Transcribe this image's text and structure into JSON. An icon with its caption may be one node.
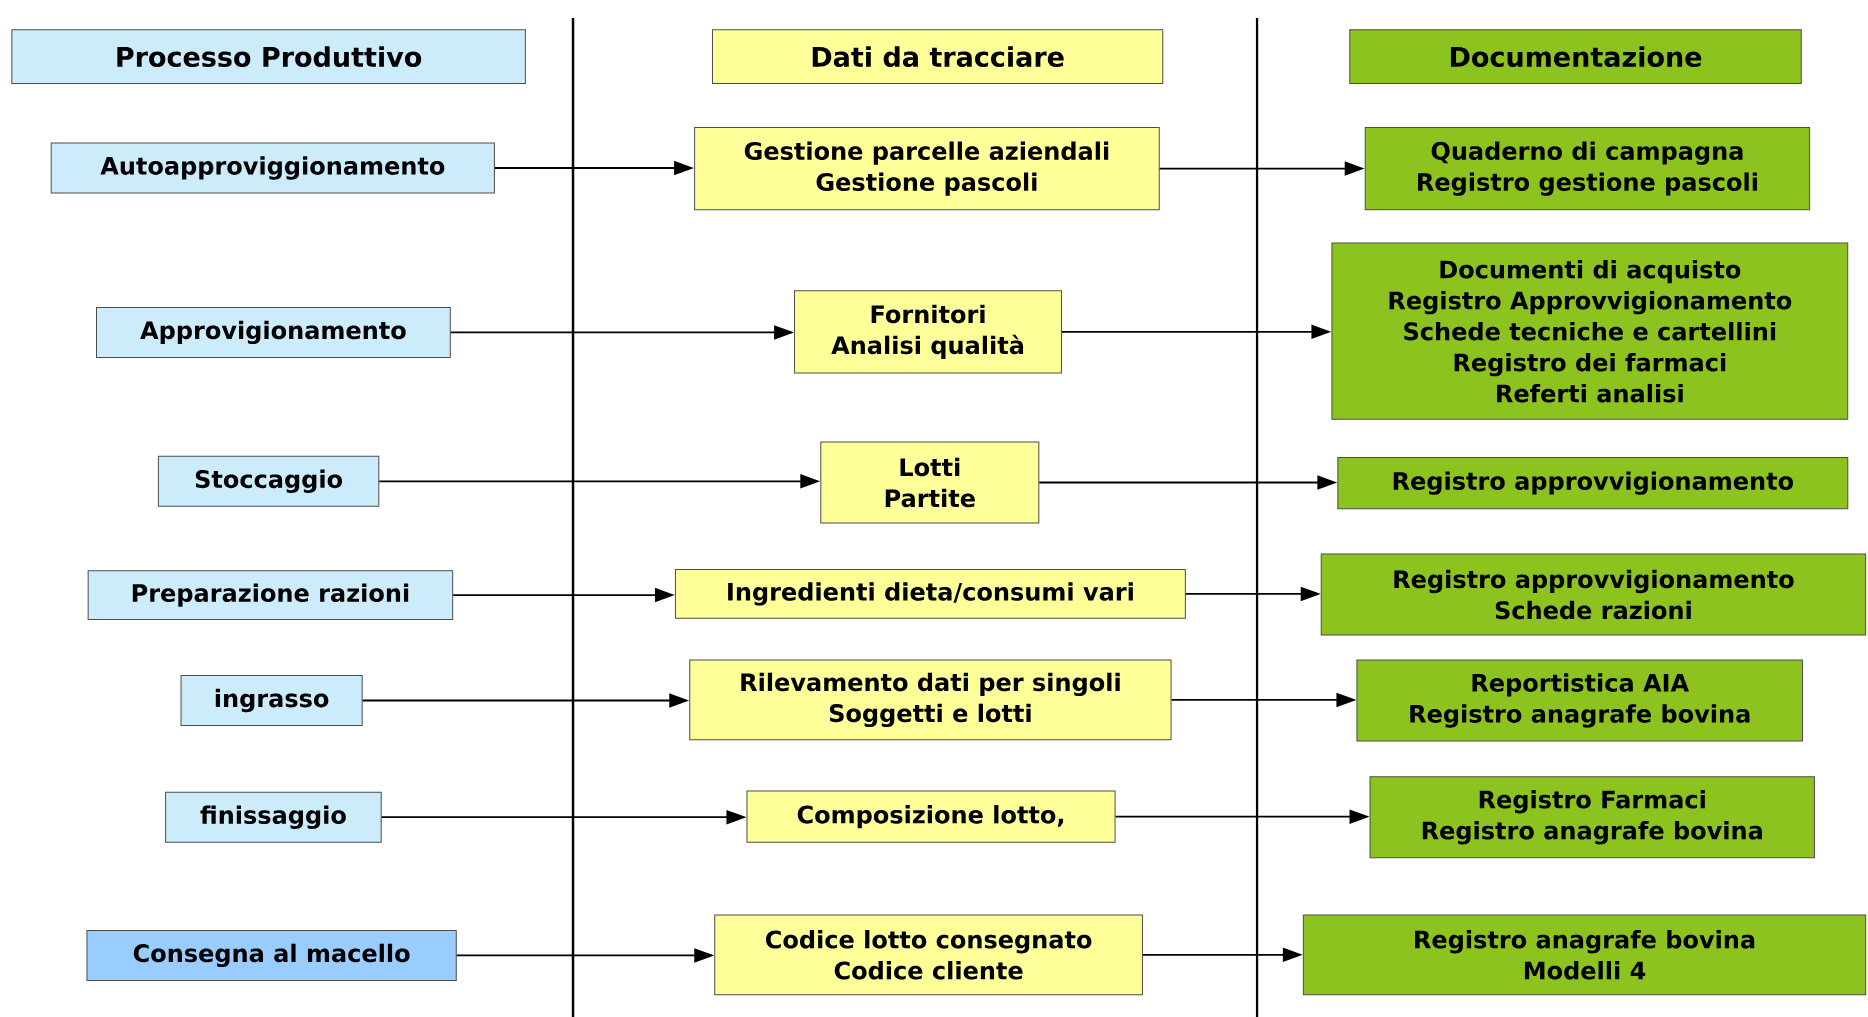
{
  "diagram": {
    "nodes": [
      {
        "text": [
          "Processo Produttivo"
        ]
      },
      {
        "text": [
          "Dati da tracciare"
        ]
      },
      {
        "text": [
          "Documentazione"
        ]
      },
      {
        "text": [
          "Autoapproviggionamento"
        ]
      },
      {
        "text": [
          "Gestione parcelle aziendali",
          "Gestione pascoli"
        ]
      },
      {
        "text": [
          "Quaderno di campagna",
          "Registro gestione pascoli"
        ]
      },
      {
        "text": [
          "Approvigionamento"
        ]
      },
      {
        "text": [
          "Fornitori",
          "Analisi qualità"
        ]
      },
      {
        "text": [
          "Documenti di acquisto",
          "Registro Approvvigionamento",
          "Schede tecniche e cartellini",
          "Registro dei farmaci",
          "Referti analisi"
        ]
      },
      {
        "text": [
          "Stoccaggio"
        ]
      },
      {
        "text": [
          "Lotti",
          "Partite"
        ]
      },
      {
        "text": [
          "Registro approvvigionamento"
        ]
      },
      {
        "text": [
          "Preparazione razioni"
        ]
      },
      {
        "text": [
          "Ingredienti dieta/consumi vari"
        ]
      },
      {
        "text": [
          "Registro approvvigionamento",
          "Schede razioni"
        ]
      },
      {
        "text": [
          "ingrasso"
        ]
      },
      {
        "text": [
          "Rilevamento dati per singoli",
          "Soggetti e lotti"
        ]
      },
      {
        "text": [
          "Reportistica AIA",
          "Registro anagrafe bovina"
        ]
      },
      {
        "text": [
          "finissaggio"
        ]
      },
      {
        "text": [
          "Composizione lotto,"
        ]
      },
      {
        "text": [
          "Registro Farmaci",
          "Registro anagrafe bovina"
        ]
      },
      {
        "text": [
          "Consegna al macello"
        ]
      },
      {
        "text": [
          "Codice lotto consegnato",
          "Codice cliente"
        ]
      },
      {
        "text": [
          "Registro anagrafe bovina",
          "Modelli 4"
        ]
      }
    ],
    "edges": [
      {
        "from": 3,
        "to": 4,
        "arrow": "to"
      },
      {
        "from": 4,
        "to": 5,
        "arrow": "to"
      },
      {
        "from": 6,
        "to": 7,
        "arrow": "to"
      },
      {
        "from": 7,
        "to": 8,
        "arrow": "to"
      },
      {
        "from": 9,
        "to": 10,
        "arrow": "to"
      },
      {
        "from": 10,
        "to": 11,
        "arrow": "to"
      },
      {
        "from": 12,
        "to": 13,
        "arrow": "to"
      },
      {
        "from": 13,
        "to": 14,
        "arrow": "to"
      },
      {
        "from": 15,
        "to": 16,
        "arrow": "to"
      },
      {
        "from": 16,
        "to": 17,
        "arrow": "to"
      },
      {
        "from": 18,
        "to": 19,
        "arrow": "to"
      },
      {
        "from": 19,
        "to": 20,
        "arrow": "to"
      },
      {
        "from": 21,
        "to": 22,
        "arrow": "to"
      },
      {
        "from": 22,
        "to": 23,
        "arrow": "to"
      }
    ]
  }
}
